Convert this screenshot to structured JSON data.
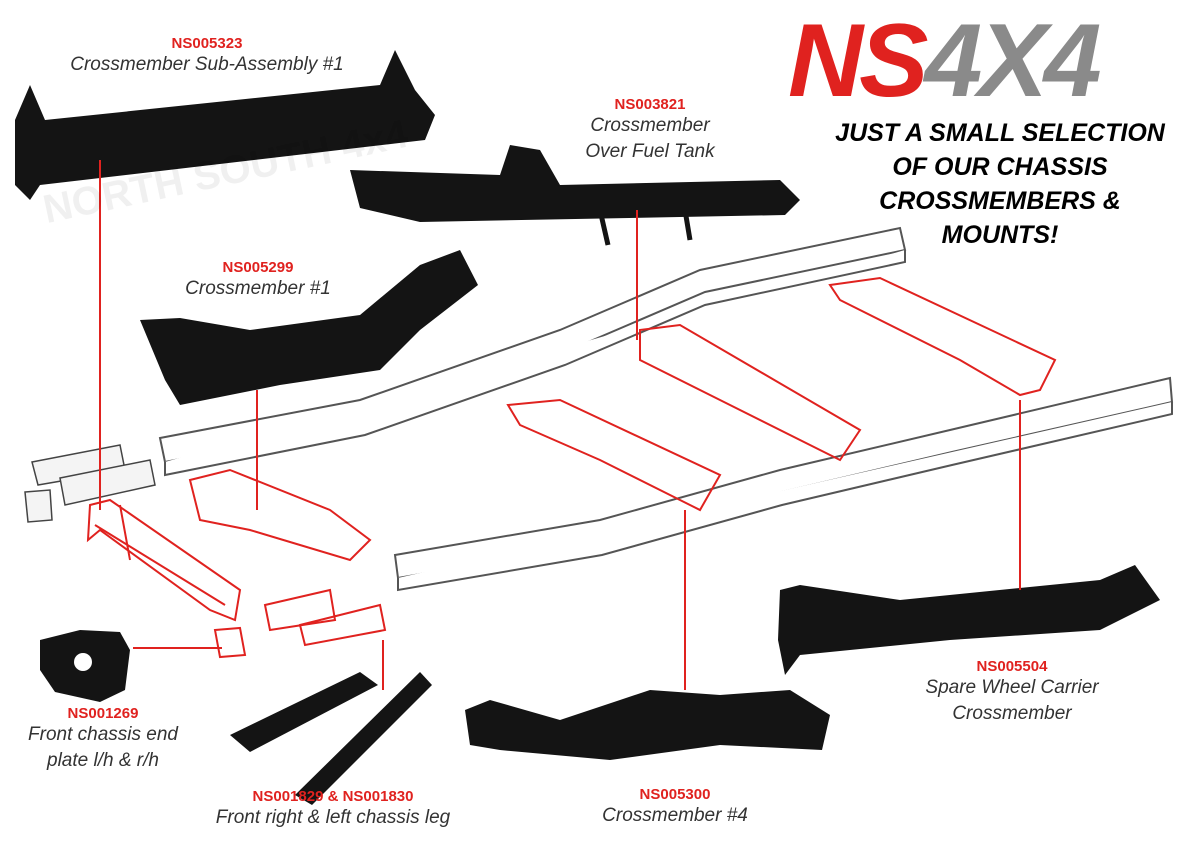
{
  "logo": {
    "ns": "NS",
    "x4": "4X4"
  },
  "tagline": [
    "JUST A SMALL SELECTION",
    "OF OUR CHASSIS",
    "CROSSMEMBERS &",
    "MOUNTS!"
  ],
  "watermark": "NORTH SOUTH 4x4",
  "parts": [
    {
      "code": "NS005323",
      "desc": [
        "Crossmember Sub-Assembly #1"
      ]
    },
    {
      "code": "NS003821",
      "desc": [
        "Crossmember",
        "Over Fuel Tank"
      ]
    },
    {
      "code": "NS005299",
      "desc": [
        "Crossmember #1"
      ]
    },
    {
      "code": "NS001269",
      "desc": [
        "Front chassis end",
        "plate l/h & r/h"
      ]
    },
    {
      "code": "NS001829 & NS001830",
      "desc": [
        "Front right & left chassis leg"
      ]
    },
    {
      "code": "NS005300",
      "desc": [
        "Crossmember #4"
      ]
    },
    {
      "code": "NS005504",
      "desc": [
        "Spare Wheel Carrier",
        "Crossmember"
      ]
    }
  ],
  "colors": {
    "accent": "#e0221f",
    "frame": "#555555",
    "part": "#111111"
  }
}
